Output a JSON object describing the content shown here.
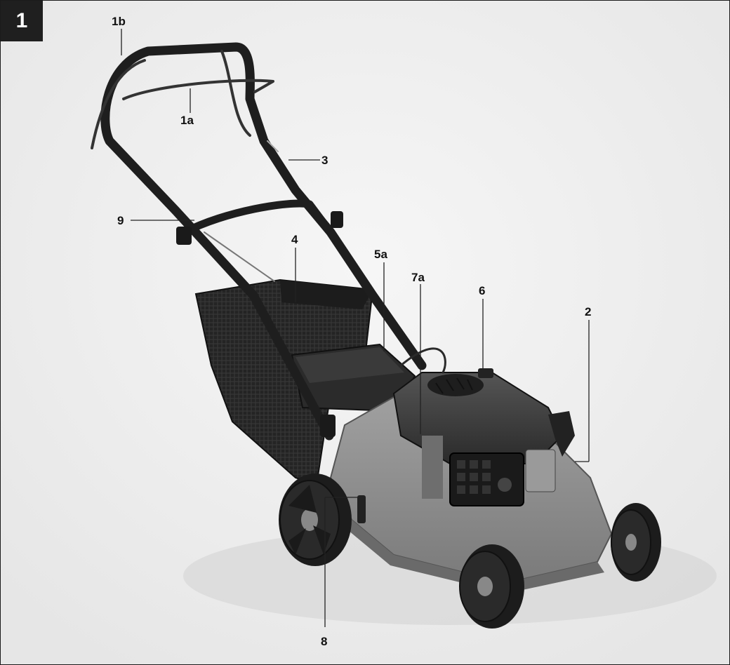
{
  "figure": {
    "number": "1"
  },
  "callouts": {
    "c1a": "1a",
    "c1b": "1b",
    "c2": "2",
    "c3": "3",
    "c4": "4",
    "c5a": "5a",
    "c6": "6",
    "c7a": "7a",
    "c8": "8",
    "c9": "9"
  },
  "colors": {
    "background": "#f2f2f2",
    "deck": "#8c8c8c",
    "engine": "#3a3a3a",
    "handle": "#1e1e1e",
    "badge": "#1f1f1f"
  }
}
